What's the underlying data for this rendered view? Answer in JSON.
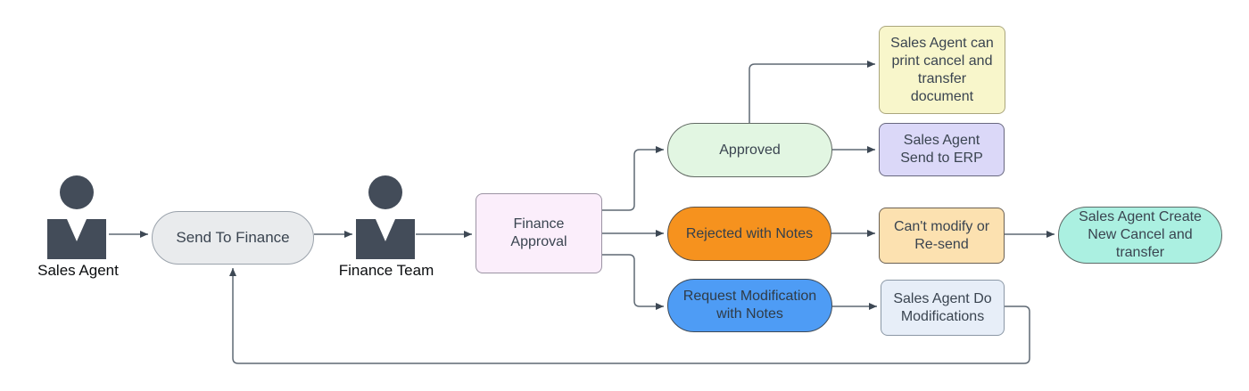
{
  "diagram": {
    "type": "flowchart",
    "topic": "Cancel and transfer document finance approval workflow"
  },
  "actors": [
    {
      "id": "sales-agent",
      "label": "Sales Agent"
    },
    {
      "id": "finance-team",
      "label": "Finance Team"
    }
  ],
  "nodes": [
    {
      "id": "send-to-finance",
      "label": "Send To Finance",
      "shape": "pill",
      "color": "gray"
    },
    {
      "id": "finance-approval",
      "label": "Finance Approval",
      "shape": "rect",
      "color": "pink"
    },
    {
      "id": "approved",
      "label": "Approved",
      "shape": "pill",
      "color": "green"
    },
    {
      "id": "print-cancel-transfer",
      "label": "Sales Agent can print cancel and transfer document",
      "shape": "rect",
      "color": "yellow"
    },
    {
      "id": "send-to-erp",
      "label": "Sales Agent Send to ERP",
      "shape": "rect",
      "color": "purple"
    },
    {
      "id": "rejected",
      "label": "Rejected with Notes",
      "shape": "pill",
      "color": "orange"
    },
    {
      "id": "cant-modify",
      "label": "Can't modify or Re-send",
      "shape": "rect",
      "color": "apricot"
    },
    {
      "id": "create-new",
      "label": "Sales Agent Create New Cancel and transfer",
      "shape": "pill",
      "color": "teal"
    },
    {
      "id": "request-modification",
      "label": "Request Modification with Notes",
      "shape": "pill",
      "color": "blue"
    },
    {
      "id": "do-modifications",
      "label": "Sales Agent Do Modifications",
      "shape": "rect",
      "color": "lightblue"
    }
  ],
  "edges": [
    {
      "from": "sales-agent",
      "to": "send-to-finance"
    },
    {
      "from": "send-to-finance",
      "to": "finance-team"
    },
    {
      "from": "finance-team",
      "to": "finance-approval"
    },
    {
      "from": "finance-approval",
      "to": "approved"
    },
    {
      "from": "finance-approval",
      "to": "rejected"
    },
    {
      "from": "finance-approval",
      "to": "request-modification"
    },
    {
      "from": "approved",
      "to": "print-cancel-transfer"
    },
    {
      "from": "approved",
      "to": "send-to-erp"
    },
    {
      "from": "rejected",
      "to": "cant-modify"
    },
    {
      "from": "cant-modify",
      "to": "create-new"
    },
    {
      "from": "request-modification",
      "to": "do-modifications"
    },
    {
      "from": "do-modifications",
      "to": "send-to-finance"
    }
  ],
  "colors": {
    "gray": {
      "fill": "#e9ebed",
      "border": "#9aa2ab",
      "text": "#3a4450"
    },
    "pink": {
      "fill": "#fbeefb",
      "border": "#9b93a3",
      "text": "#3a4450"
    },
    "green": {
      "fill": "#e2f6e2",
      "border": "#626a64",
      "text": "#3a4450"
    },
    "yellow": {
      "fill": "#f8f6cb",
      "border": "#aaa67d",
      "text": "#3a4450"
    },
    "purple": {
      "fill": "#dbd8f8",
      "border": "#68687f",
      "text": "#3a4450"
    },
    "orange": {
      "fill": "#f6921e",
      "border": "#5d5246",
      "text": "#343f4b"
    },
    "apricot": {
      "fill": "#fce1b0",
      "border": "#6b6154",
      "text": "#3a4450"
    },
    "teal": {
      "fill": "#abf0e1",
      "border": "#5d6a67",
      "text": "#3a4450"
    },
    "blue": {
      "fill": "#4e9cf5",
      "border": "#3f4a56",
      "text": "#2f3b47"
    },
    "lightblue": {
      "fill": "#e7eef8",
      "border": "#8b98a6",
      "text": "#3a4450"
    },
    "actor": "#434c59",
    "edge": "#5f6974",
    "arrowhead": "#3d4854"
  }
}
